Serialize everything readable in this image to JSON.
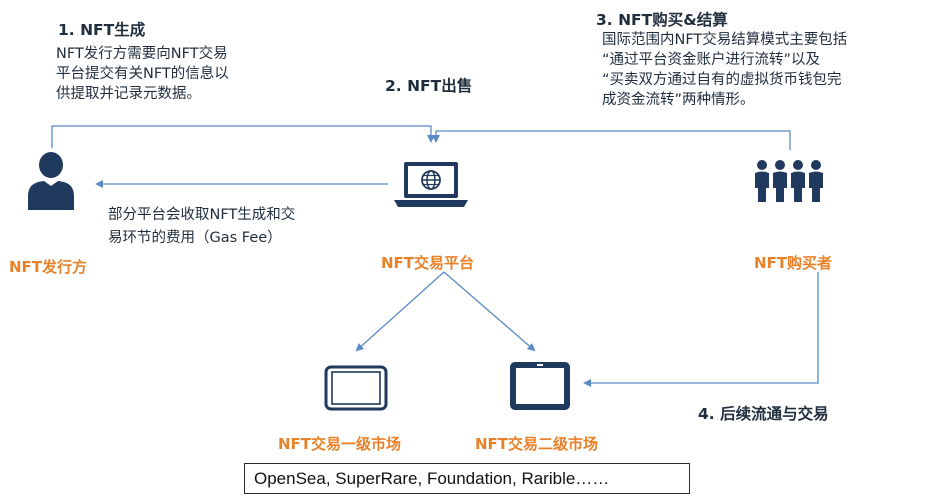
{
  "steps": {
    "step1": {
      "title": "1. NFT生成",
      "lines": [
        "NFT发行方需要向NFT交易",
        "平台提交有关NFT的信息以",
        "供提取并记录元数据。"
      ]
    },
    "step2": {
      "title": "2. NFT出售"
    },
    "step3": {
      "title": "3. NFT购买&结算",
      "lines": [
        "国际范围内NFT交易结算模式主要包括",
        "“通过平台资金账户进行流转”以及",
        "“买卖双方通过自有的虚拟货币钱包完",
        "成资金流转”两种情形。"
      ]
    },
    "step4": {
      "title": "4. 后续流通与交易"
    }
  },
  "fee_note": {
    "lines": [
      "部分平台会收取NFT生成和交",
      "易环节的费用（Gas Fee）"
    ]
  },
  "actors": {
    "issuer": "NFT发行方",
    "platform": "NFT交易平台",
    "buyer": "NFT购买者",
    "primary_market": "NFT交易一级市场",
    "secondary_market": "NFT交易二级市场"
  },
  "platform_examples": "OpenSea, SuperRare, Foundation, Rarible……",
  "colors": {
    "line": "#5b8bc6",
    "icon": "#1f3a5c",
    "label": "#e8822a",
    "text": "#1f2d3d"
  },
  "icons": {
    "issuer": "person-icon",
    "platform": "laptop-globe-icon",
    "buyer": "group-icon",
    "primary_market": "tablet-landscape-icon",
    "secondary_market": "tablet-landscape-icon"
  }
}
